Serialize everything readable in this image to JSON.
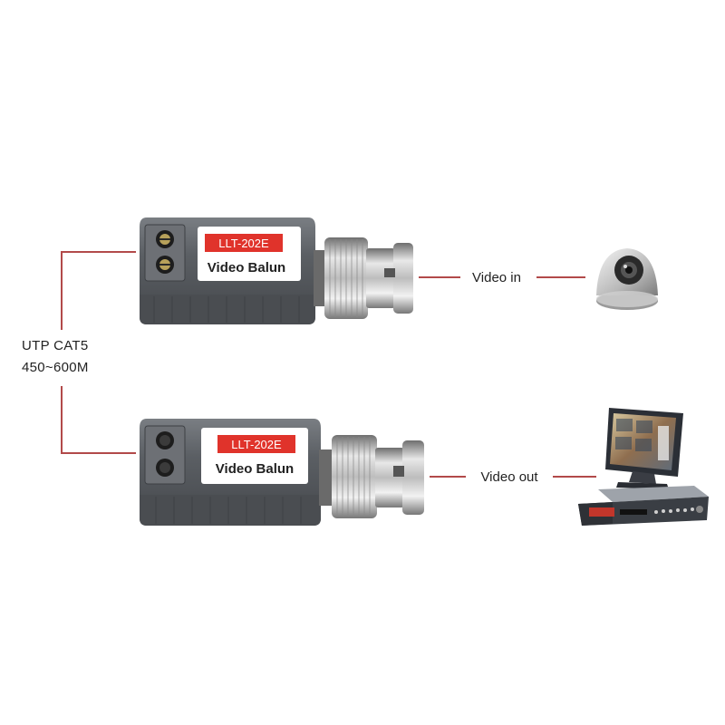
{
  "cable": {
    "line1": "UTP CAT5",
    "line2": "450~600M"
  },
  "top_balun": {
    "model": "LLT-202E",
    "name": "Video Balun"
  },
  "bottom_balun": {
    "model": "LLT-202E",
    "name": "Video Balun"
  },
  "connections": {
    "video_in": "Video in",
    "video_out": "Video out"
  },
  "devices": {
    "camera": "dome-camera-icon",
    "monitor": "monitor-icon",
    "dvr": "dvr-recorder-icon"
  },
  "colors": {
    "wire": "#b24a4a",
    "label_red": "#e0332b",
    "balun_body": "#5b5e62"
  }
}
